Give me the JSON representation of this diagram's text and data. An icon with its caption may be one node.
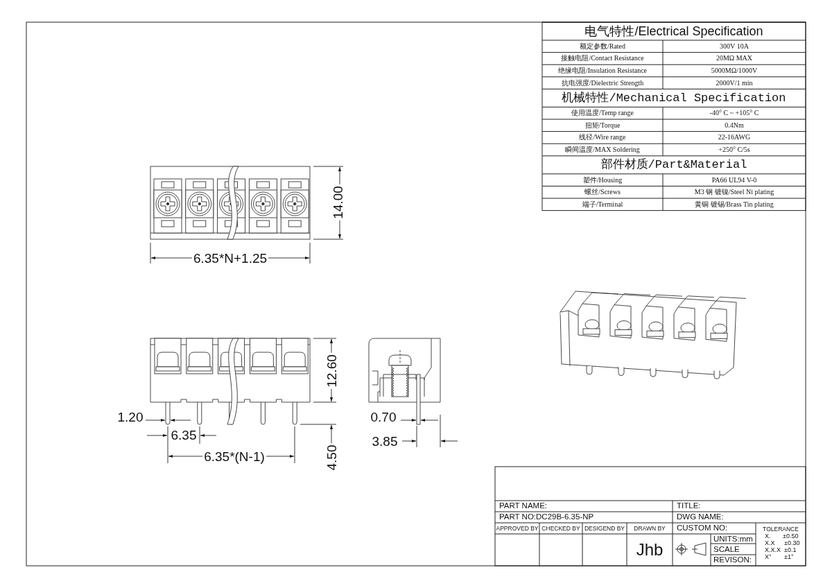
{
  "diagram": {
    "labels": [
      "电气特性/Electrical Specification",
      "额定参数/Rated",
      "300V 10A",
      "接触电阻/Contact Resistance",
      "20MΩ MAX",
      "绝缘电阻/Insulation Resistance",
      "5000MΩ/1000V",
      "抗电强度/Dielectric Strength",
      "2000V/1 min",
      "机械特性/Mechanical Specification",
      "使用温度/Temp range",
      "-40° C ~ +105° C",
      "扭矩/Torque",
      "0.4Nm",
      "线径/Wire range",
      "22-16AWG",
      "瞬间温度/MAX Soldering",
      "+250° C/5s",
      "部件材质/Part&Material",
      "塑件/Housing",
      "PA66 UL94 V-0",
      "螺丝/Screws",
      "M3 钢 镀镍/Steel Ni plating",
      "端子/Terminal",
      "黄铜 镀锡/Brass Tin plating",
      "14.00",
      "6.35*N+1.25",
      "12.60",
      "1.20",
      "6.35",
      "6.35*(N-1)",
      "4.50",
      "0.70",
      "3.85",
      "PART NAME:",
      "TITLE:",
      "PART NO:DC29B-6.35-NP",
      "DWG NAME:",
      "APPROVED BY",
      "CHECKED BY",
      "DESIGEND BY",
      "DRAWN BY",
      "CUSTOM NO:",
      "TOLERANCE",
      "X.",
      "±0.50",
      "X.X",
      "±0.30",
      "X.X.X",
      "±0.1",
      "X°",
      "±1°",
      "Jhb",
      "UNITS:mm",
      "SCALE",
      "REVISON:"
    ]
  }
}
